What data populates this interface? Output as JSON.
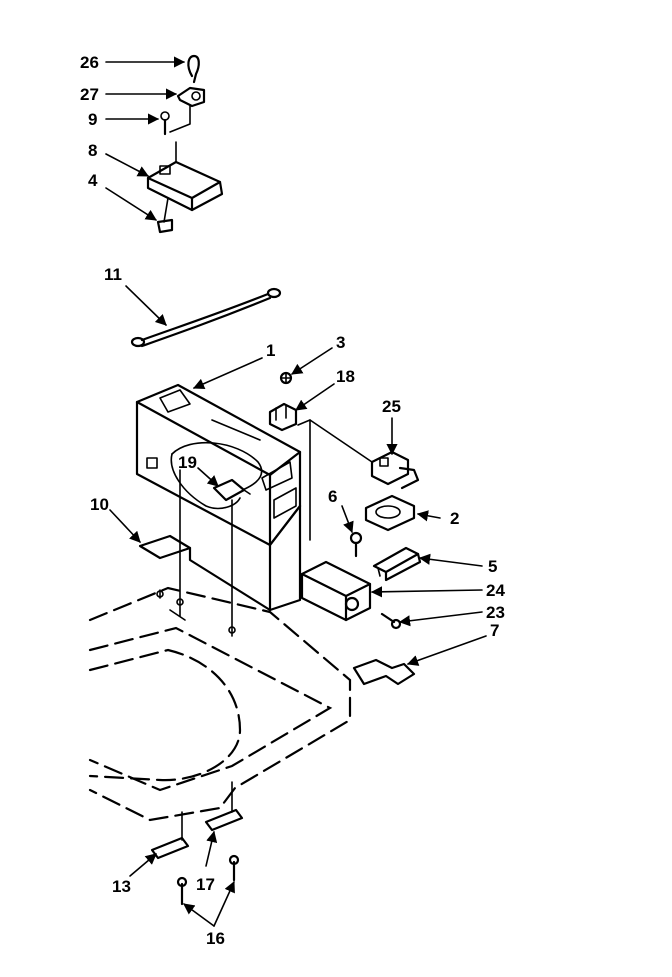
{
  "callouts": {
    "c1": "1",
    "c2": "2",
    "c3": "3",
    "c4": "4",
    "c5": "5",
    "c6": "6",
    "c7": "7",
    "c8": "8",
    "c9": "9",
    "c10": "10",
    "c11": "11",
    "c13": "13",
    "c16": "16",
    "c17": "17",
    "c18": "18",
    "c19": "19",
    "c23": "23",
    "c24": "24",
    "c25": "25",
    "c26": "26",
    "c27": "27"
  }
}
